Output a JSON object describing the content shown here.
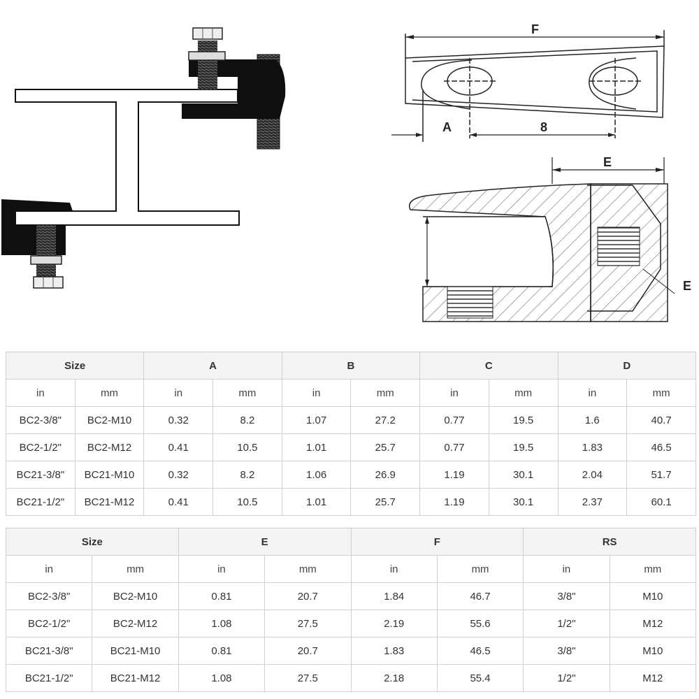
{
  "diagram": {
    "labels": {
      "f": "F",
      "a": "A",
      "b": "8",
      "e": "E",
      "e2": "E"
    }
  },
  "table1": {
    "groups": [
      "Size",
      "A",
      "B",
      "C",
      "D"
    ],
    "units": [
      "in",
      "mm",
      "in",
      "mm",
      "in",
      "mm",
      "in",
      "mm",
      "in",
      "mm"
    ],
    "rows": [
      [
        "BC2-3/8\"",
        "BC2-M10",
        "0.32",
        "8.2",
        "1.07",
        "27.2",
        "0.77",
        "19.5",
        "1.6",
        "40.7"
      ],
      [
        "BC2-1/2\"",
        "BC2-M12",
        "0.41",
        "10.5",
        "1.01",
        "25.7",
        "0.77",
        "19.5",
        "1.83",
        "46.5"
      ],
      [
        "BC21-3/8\"",
        "BC21-M10",
        "0.32",
        "8.2",
        "1.06",
        "26.9",
        "1.19",
        "30.1",
        "2.04",
        "51.7"
      ],
      [
        "BC21-1/2\"",
        "BC21-M12",
        "0.41",
        "10.5",
        "1.01",
        "25.7",
        "1.19",
        "30.1",
        "2.37",
        "60.1"
      ]
    ]
  },
  "table2": {
    "groups": [
      "Size",
      "E",
      "F",
      "RS"
    ],
    "units": [
      "in",
      "mm",
      "in",
      "mm",
      "in",
      "mm",
      "in",
      "mm"
    ],
    "rows": [
      [
        "BC2-3/8\"",
        "BC2-M10",
        "0.81",
        "20.7",
        "1.84",
        "46.7",
        "3/8\"",
        "M10"
      ],
      [
        "BC2-1/2\"",
        "BC2-M12",
        "1.08",
        "27.5",
        "2.19",
        "55.6",
        "1/2\"",
        "M12"
      ],
      [
        "BC21-3/8\"",
        "BC21-M10",
        "0.81",
        "20.7",
        "1.83",
        "46.5",
        "3/8\"",
        "M10"
      ],
      [
        "BC21-1/2\"",
        "BC21-M12",
        "1.08",
        "27.5",
        "2.18",
        "55.4",
        "1/2\"",
        "M12"
      ]
    ]
  }
}
